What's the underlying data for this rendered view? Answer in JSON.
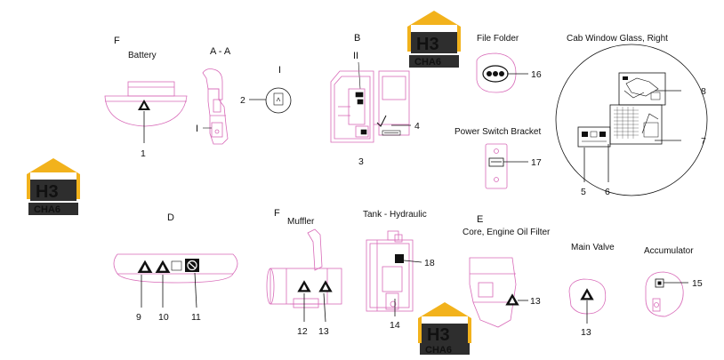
{
  "section_labels": {
    "f_top": "F",
    "aa": "A - A",
    "roman_top": "I",
    "roman_left": "I",
    "b": "B",
    "roman_b": "II",
    "d": "D",
    "f_bottom": "F",
    "e": "E"
  },
  "titles": {
    "battery": "Battery",
    "file_folder": "File Folder",
    "cab_window": "Cab Window Glass, Right",
    "power_switch": "Power Switch Bracket",
    "muffler": "Muffler",
    "tank_hydraulic": "Tank - Hydraulic",
    "core_filter": "Core, Engine Oil Filter",
    "main_valve": "Main Valve",
    "accumulator": "Accumulator"
  },
  "callouts": {
    "c1": "1",
    "c2": "2",
    "c3": "3",
    "c4": "4",
    "c5": "5",
    "c6": "6",
    "c7": "7",
    "c8": "8",
    "c9": "9",
    "c10": "10",
    "c11": "11",
    "c12": "12",
    "c13a": "13",
    "c13b": "13",
    "c13c": "13",
    "c14": "14",
    "c15": "15",
    "c16": "16",
    "c17": "17",
    "c18": "18"
  },
  "logo": {
    "mark": "H3",
    "word": "CHA6",
    "colors": {
      "gold": "#f2b21c",
      "dark": "#2e2e2e"
    }
  },
  "colors": {
    "part": "#d86ab8",
    "ink": "#111111"
  }
}
